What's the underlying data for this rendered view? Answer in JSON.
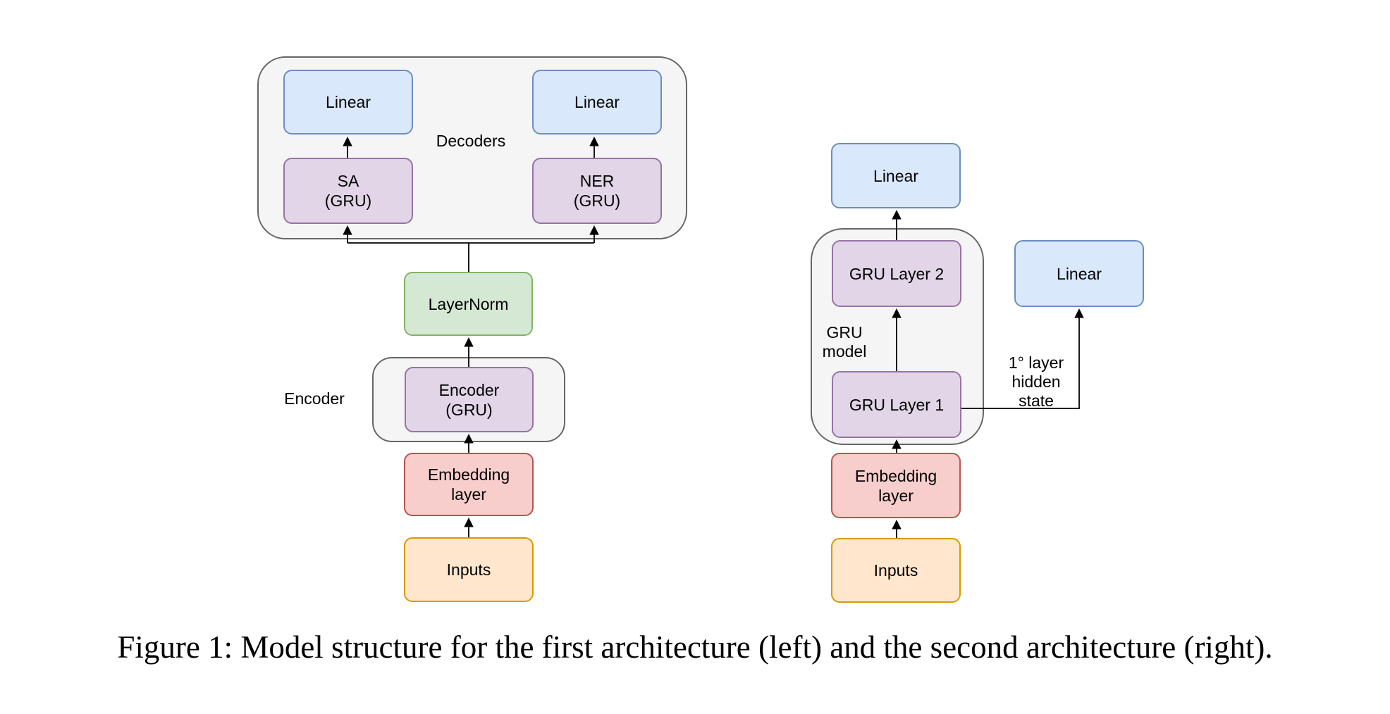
{
  "palette": {
    "blue-fill": "#dae8fc",
    "blue-stroke": "#6c8ebf",
    "purple-fill": "#e1d5e7",
    "purple-stroke": "#9673a6",
    "green-fill": "#d5e8d4",
    "green-stroke": "#82b366",
    "red-fill": "#f8cecc",
    "red-stroke": "#b85450",
    "orange-fill": "#ffe6cc",
    "orange-stroke": "#d79b00",
    "container-fill": "#f5f5f5",
    "container-stroke": "#666666",
    "edge-color": "#000000"
  },
  "caption": "Figure 1: Model structure for the first architecture (left) and the second architecture (right).",
  "left_architecture": {
    "decoders_container_label": "Decoders",
    "sa_output_linear": "Linear",
    "ner_output_linear": "Linear",
    "sa_decoder": "SA\n(GRU)",
    "ner_decoder": "NER\n(GRU)",
    "layernorm": "LayerNorm",
    "encoder_container_label": "Encoder",
    "encoder_gru": "Encoder\n(GRU)",
    "embedding_layer": "Embedding\nlayer",
    "inputs": "Inputs"
  },
  "right_architecture": {
    "output_linear": "Linear",
    "hidden_state_linear": "Linear",
    "gru_container_label": "GRU\nmodel",
    "gru_layer_2": "GRU Layer 2",
    "gru_layer_1": "GRU Layer 1",
    "hidden_state_edge_label": "1° layer\nhidden\nstate",
    "embedding_layer": "Embedding\nlayer",
    "inputs": "Inputs"
  }
}
